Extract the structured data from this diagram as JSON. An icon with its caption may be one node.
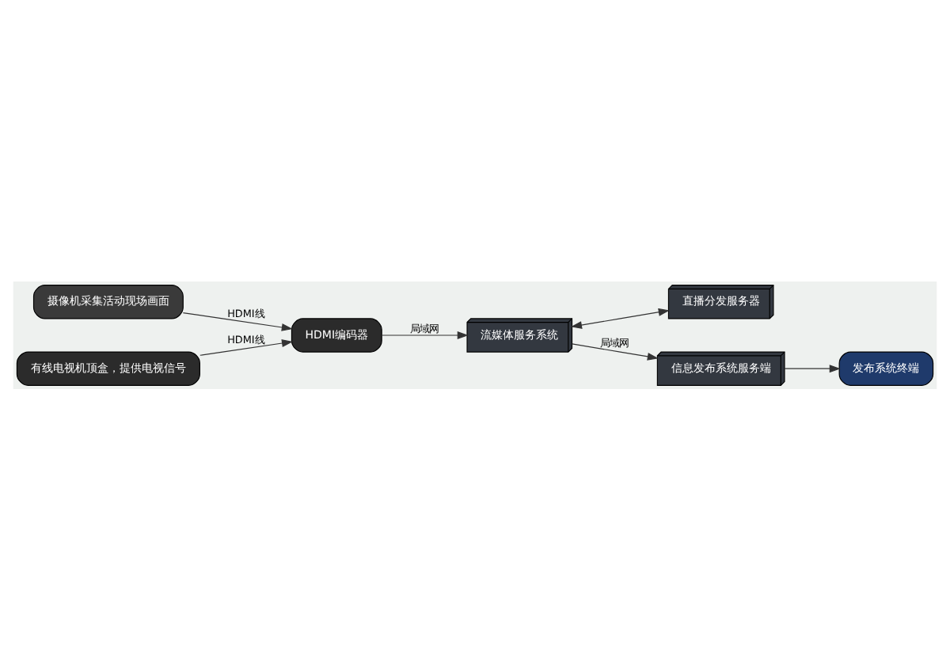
{
  "diagram": {
    "nodes": [
      {
        "text": [
          "摄像机采集活动现场画面"
        ]
      },
      {
        "text": [
          "HDMI编码器"
        ]
      },
      {
        "text": [
          "有线电视机顶盒，提供电视信号"
        ]
      },
      {
        "text": [
          "流媒体服务系统"
        ]
      },
      {
        "text": [
          "直播分发服务器"
        ]
      },
      {
        "text": [
          "信息发布系统服务端"
        ]
      },
      {
        "text": [
          "发布系统终端"
        ]
      }
    ],
    "edges": [
      {
        "from": 0,
        "to": 1,
        "arrow": "to",
        "label": "HDMI线"
      },
      {
        "from": 2,
        "to": 1,
        "arrow": "to",
        "label": "HDMI线"
      },
      {
        "from": 1,
        "to": 3,
        "arrow": "to",
        "label": "局域网"
      },
      {
        "from": 3,
        "to": 4,
        "arrow": "both"
      },
      {
        "from": 3,
        "to": 5,
        "arrow": "to",
        "label": "局域网"
      },
      {
        "from": 5,
        "to": 6,
        "arrow": "to"
      }
    ]
  }
}
